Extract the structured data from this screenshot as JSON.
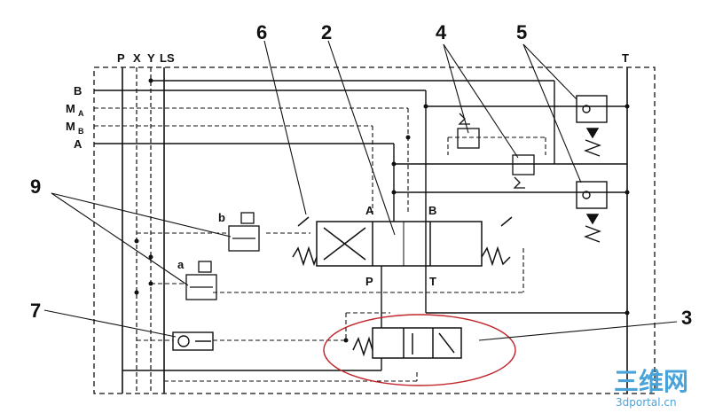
{
  "diagram": {
    "callouts": [
      "6",
      "2",
      "4",
      "5",
      "9",
      "7",
      "3"
    ],
    "bus_labels": {
      "p": "P",
      "x": "X",
      "y": "Y",
      "ls": "LS",
      "t": "T"
    },
    "left_ports": {
      "b": "B",
      "ma": "M",
      "ma_sub": "A",
      "mb": "M",
      "mb_sub": "B",
      "a": "A"
    },
    "valve_ports": {
      "a": "A",
      "b": "B",
      "p": "P",
      "t": "T"
    },
    "solenoid_labels": {
      "a": "a",
      "b": "b"
    }
  },
  "watermark": {
    "logo": "三维网",
    "url": "3dportal.cn"
  },
  "colors": {
    "line": "#111111",
    "highlight_ellipse": "#c0262b",
    "watermark": "#4aa3d8"
  }
}
